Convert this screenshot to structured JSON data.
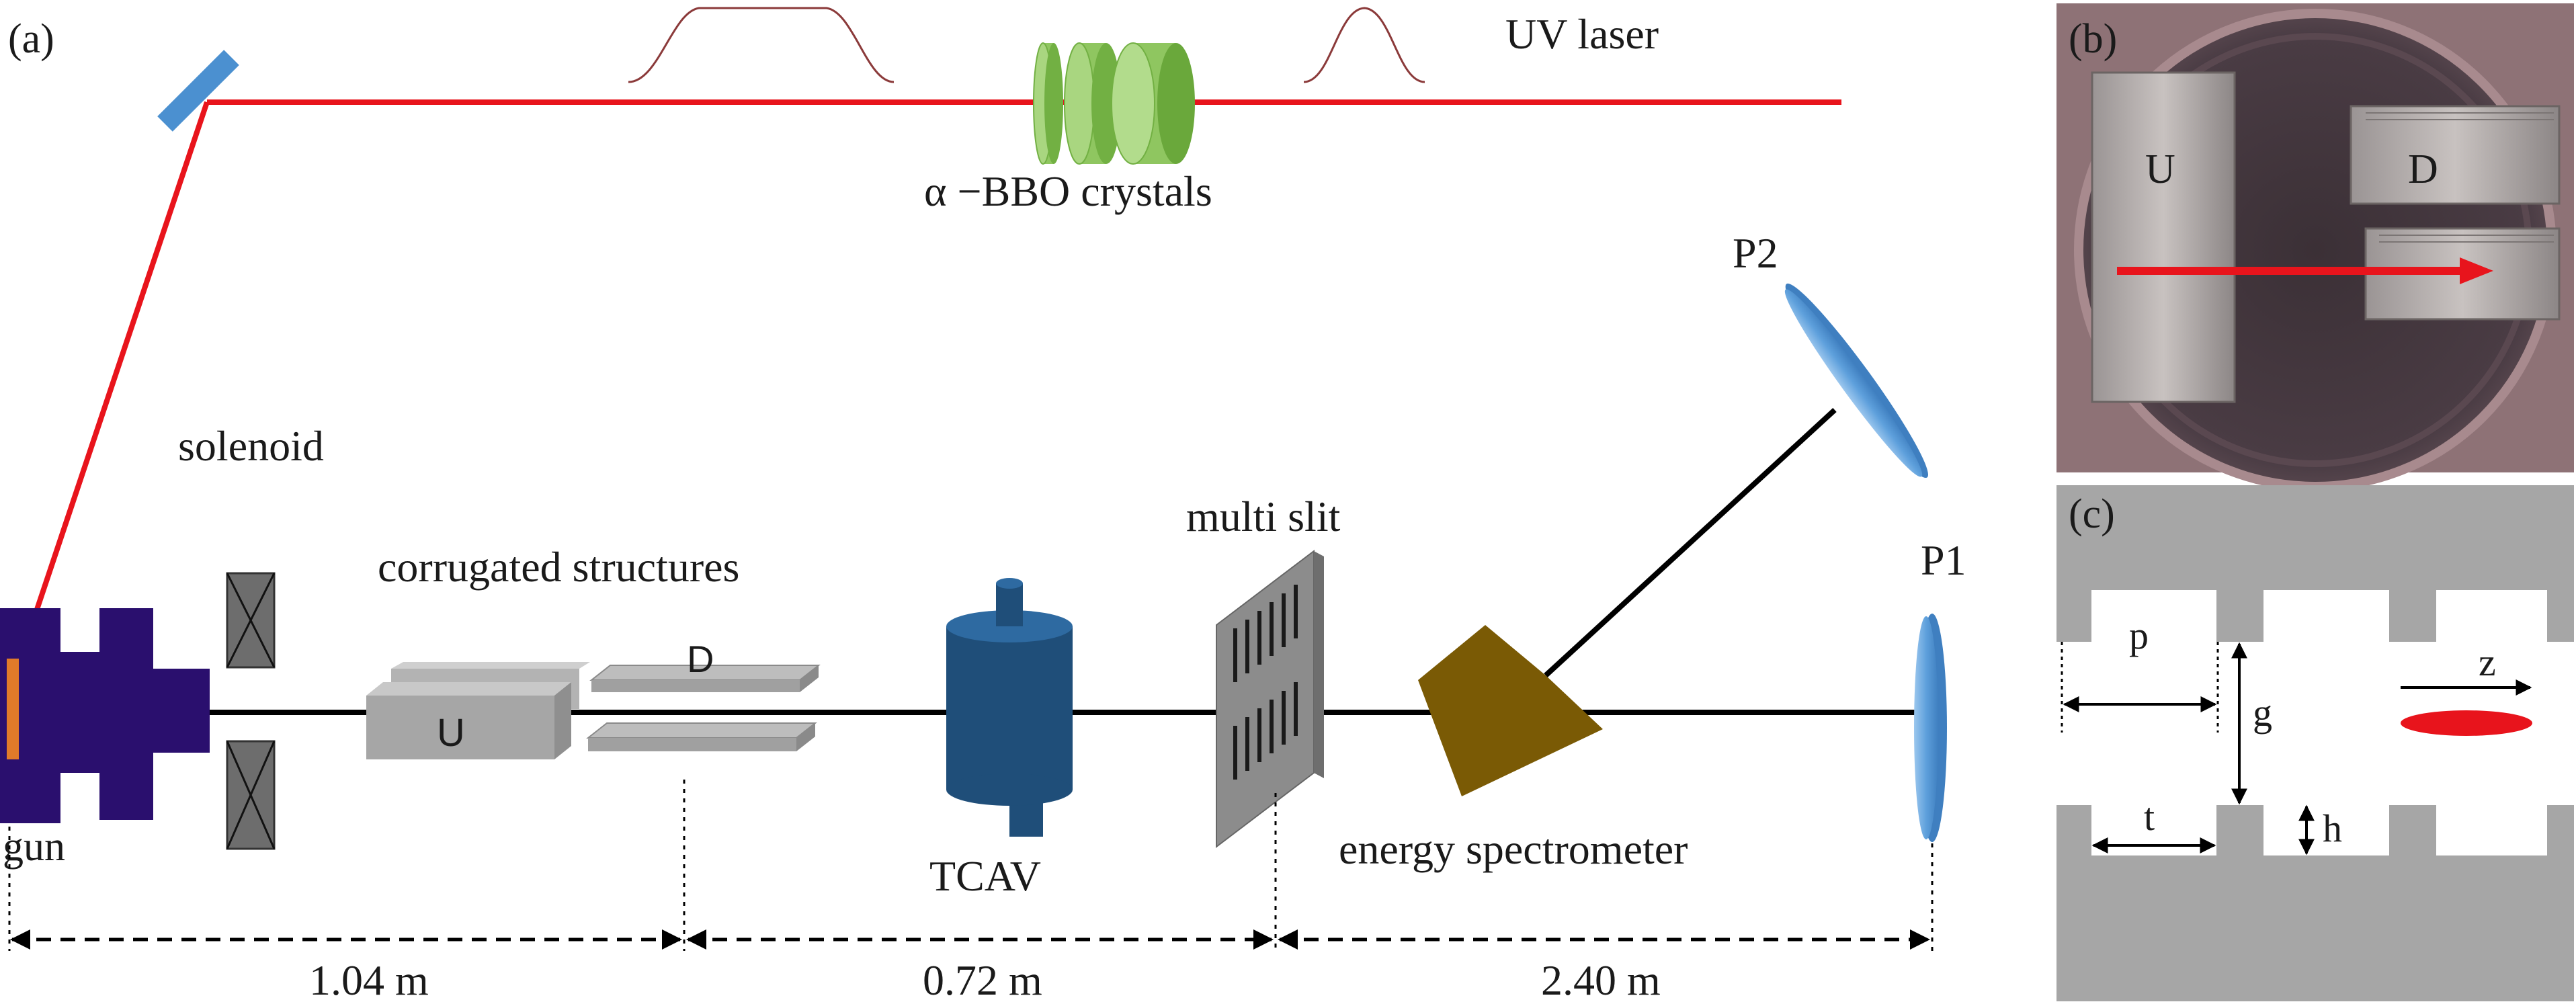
{
  "panels": {
    "a": "(a)",
    "b": "(b)",
    "c": "(c)"
  },
  "labels": {
    "uv_laser": "UV laser",
    "crystals": "α −BBO crystals",
    "solenoid": "solenoid",
    "corrugated": "corrugated structures",
    "u": "U",
    "d": "D",
    "gun": "gun",
    "tcav": "TCAV",
    "multi_slit": "multi slit",
    "spectrometer": "energy spectrometer",
    "p1": "P1",
    "p2": "P2"
  },
  "distances": {
    "d1": "1.04 m",
    "d2": "0.72 m",
    "d3": "2.40 m"
  },
  "photo": {
    "u": "U",
    "d": "D"
  },
  "structure": {
    "p": "p",
    "g": "g",
    "t": "t",
    "h": "h",
    "z": "z"
  },
  "colors": {
    "laser": "#e8141c",
    "mirror": "#4b90d0",
    "gun": "#2a0f6e",
    "gun_cathode": "#e07a2a",
    "crystal": "#72b043",
    "tcav": "#1f4e79",
    "spectrometer": "#7a5a05",
    "structure_gray": "#a6a6a6",
    "beam_ellipse": "#e8141c"
  }
}
